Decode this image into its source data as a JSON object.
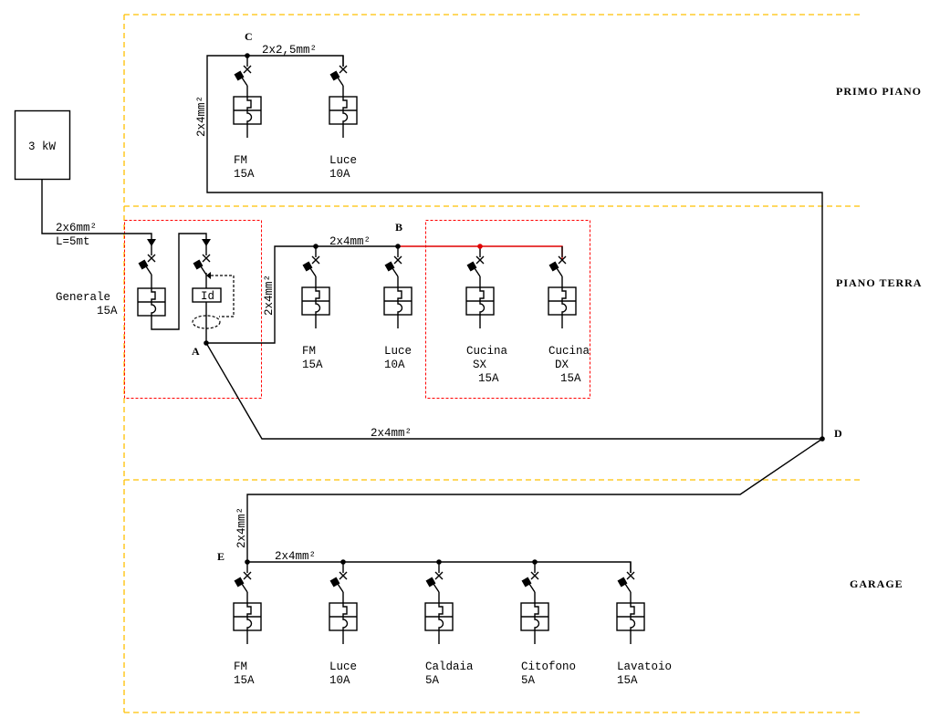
{
  "source": {
    "label": "3 kW",
    "cable": "2x6mm²",
    "length": "L=5mt"
  },
  "sections": {
    "primo_piano": "PRIMO PIANO",
    "piano_terra": "PIANO TERRA",
    "garage": "GARAGE"
  },
  "nodes": {
    "A": "A",
    "B": "B",
    "C": "C",
    "D": "D",
    "E": "E"
  },
  "cables": {
    "c_line": "2x2,5mm²",
    "a_to_c": "2x4mm²",
    "a_to_b": "2x4mm²",
    "a_vertical": "2x4mm²",
    "a_to_d": "2x4mm²",
    "d_to_e": "2x4mm²",
    "e_line": "2x4mm²"
  },
  "main_panel": {
    "generale_name": "Generale",
    "generale_rating": "15A",
    "rcd_label": "Id"
  },
  "breakers": {
    "primo_piano": [
      {
        "name": "FM",
        "rating": "15A"
      },
      {
        "name": "Luce",
        "rating": "10A"
      }
    ],
    "piano_terra": [
      {
        "name": "FM",
        "rating": "15A"
      },
      {
        "name": "Luce",
        "rating": "10A"
      },
      {
        "name": "Cucina",
        "sub": "SX",
        "rating": "15A"
      },
      {
        "name": "Cucina",
        "sub": "DX",
        "rating": "15A"
      }
    ],
    "garage": [
      {
        "name": "FM",
        "rating": "15A"
      },
      {
        "name": "Luce",
        "rating": "10A"
      },
      {
        "name": "Caldaia",
        "rating": "5A"
      },
      {
        "name": "Citofono",
        "rating": "5A"
      },
      {
        "name": "Lavatoio",
        "rating": "15A"
      }
    ]
  },
  "colors": {
    "floor_boundary": "#ffc000",
    "group_box": "#ff0000",
    "wire": "#000000",
    "kitchen_wire": "#e00000"
  }
}
